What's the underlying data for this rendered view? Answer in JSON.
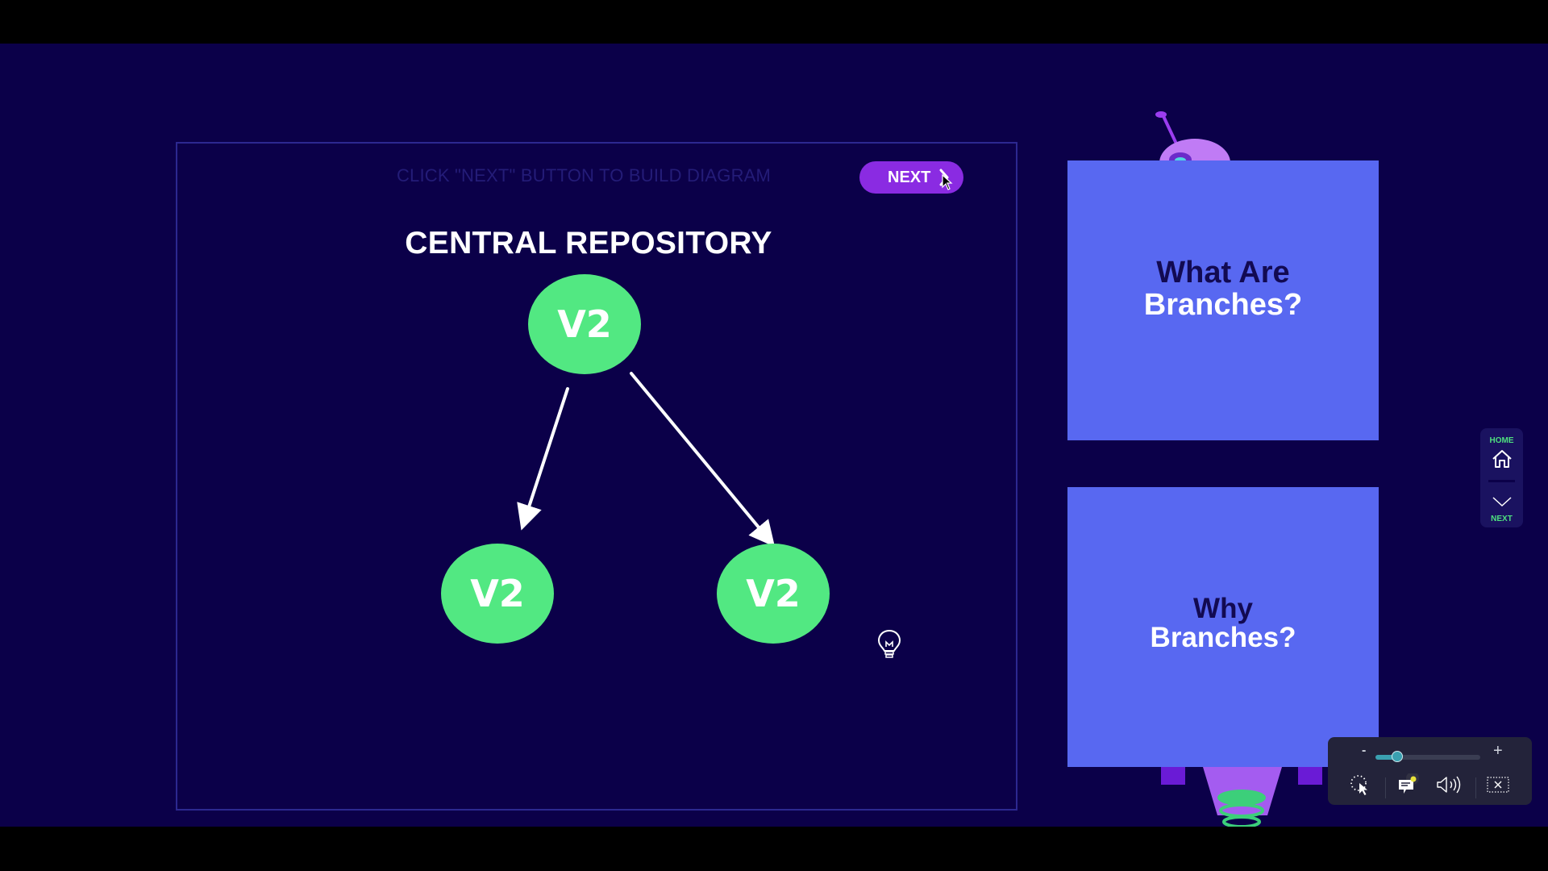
{
  "colors": {
    "background": "#0b0049",
    "frame_border": "#2c2890",
    "next_button": "#8a2be2",
    "node_fill": "#52e882",
    "card_fill": "#5868f1",
    "nav_label": "#4ee07f",
    "slider_fill": "#3aa0b0"
  },
  "slide": {
    "instruction": "CLICK \"NEXT\" BUTTON TO BUILD DIAGRAM",
    "next_button_label": "NEXT",
    "diagram": {
      "title": "CENTRAL REPOSITORY",
      "nodes": [
        {
          "id": "central",
          "label": "V2"
        },
        {
          "id": "left",
          "label": "V2"
        },
        {
          "id": "right",
          "label": "V2"
        }
      ],
      "edges": [
        {
          "from": "central",
          "to": "left"
        },
        {
          "from": "central",
          "to": "right"
        }
      ],
      "hint_icon": "lightbulb-icon"
    }
  },
  "cards": [
    {
      "line1": "What Are",
      "line2": "Branches?"
    },
    {
      "line1": "Why",
      "line2": "Branches?"
    }
  ],
  "side_nav": {
    "home_label": "HOME",
    "home_icon": "home-icon",
    "next_label": "NEXT",
    "next_icon": "chevron-down-icon"
  },
  "player": {
    "zoom_minus": "-",
    "zoom_plus": "+",
    "zoom_level_fraction": 0.21,
    "controls": [
      {
        "name": "cursor-highlight",
        "icon": "cursor-click-icon"
      },
      {
        "name": "captions",
        "icon": "captions-icon",
        "notification": true
      },
      {
        "name": "volume",
        "icon": "speaker-icon"
      },
      {
        "name": "exit-fullscreen",
        "icon": "exit-fullscreen-icon"
      }
    ]
  }
}
